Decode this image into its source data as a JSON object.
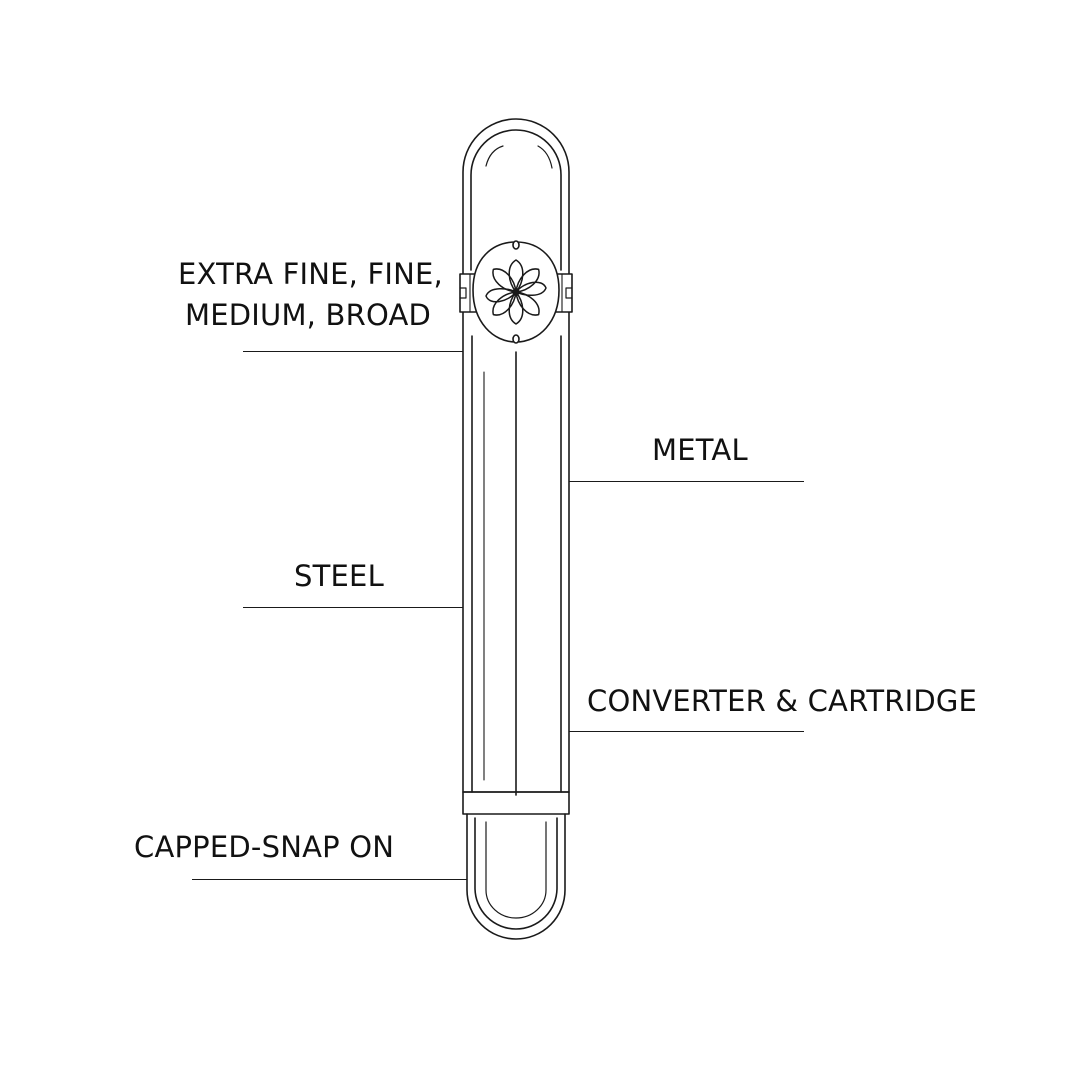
{
  "callouts": {
    "nib_sizes": {
      "line1": "EXTRA FINE, FINE,",
      "line2": "MEDIUM, BROAD"
    },
    "body_material": "METAL",
    "nib_material": "STEEL",
    "filling_system": "CONVERTER & CARTRIDGE",
    "cap_type": "CAPPED-SNAP ON"
  },
  "colors": {
    "line": "#1a1a1a",
    "background": "#ffffff",
    "text": "#111111"
  },
  "icons": [
    "clip-flower-ornament-icon"
  ]
}
